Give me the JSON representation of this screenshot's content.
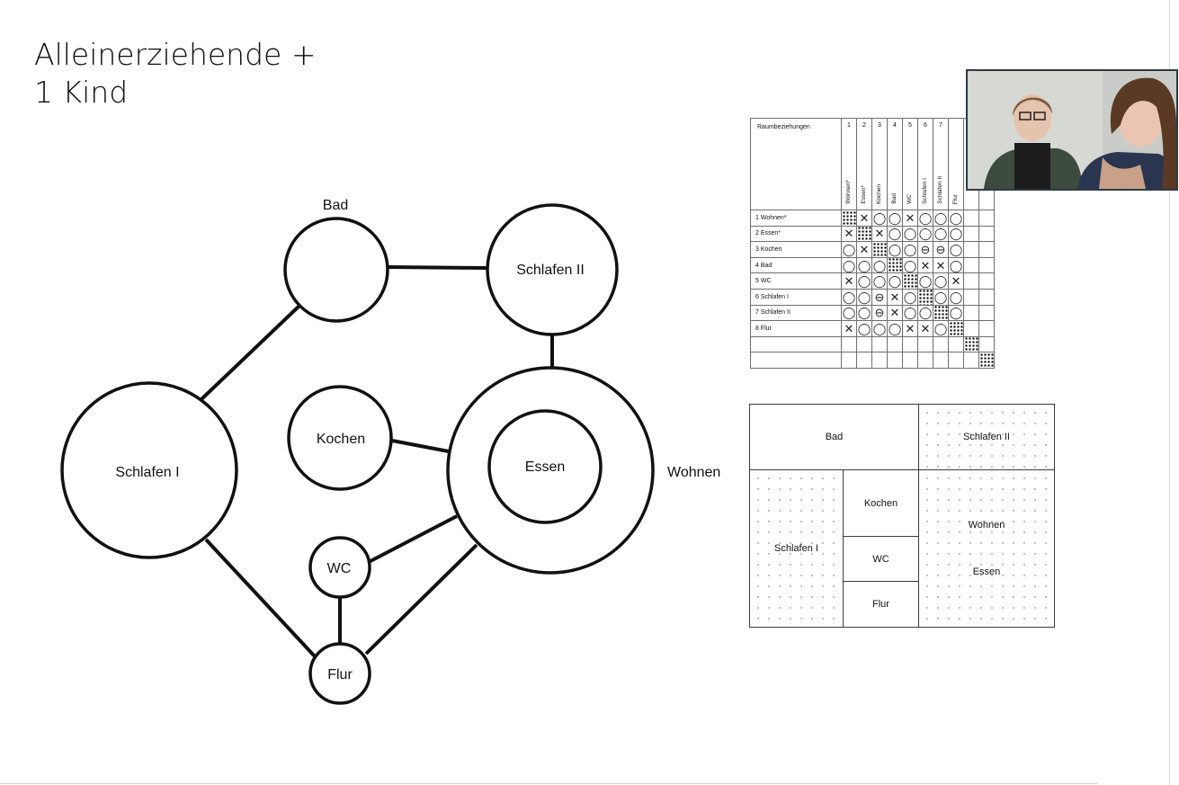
{
  "slide": {
    "title_line1": "Alleinerziehende +",
    "title_line2": "1 Kind"
  },
  "bubble_diagram": {
    "nodes": {
      "bad": "Bad",
      "schlafen_ii": "Schlafen II",
      "schlafen_i": "Schlafen I",
      "kochen": "Kochen",
      "essen": "Essen",
      "wohnen": "Wohnen",
      "wc": "WC",
      "flur": "Flur"
    }
  },
  "matrix": {
    "title": "Raumbeziehungen",
    "columns": [
      {
        "num": "1",
        "name": "Wohnen*"
      },
      {
        "num": "2",
        "name": "Essen*"
      },
      {
        "num": "3",
        "name": "Kochen"
      },
      {
        "num": "4",
        "name": "Bad"
      },
      {
        "num": "5",
        "name": "WC"
      },
      {
        "num": "6",
        "name": "Schlafen I"
      },
      {
        "num": "7",
        "name": "Schlafen II"
      },
      {
        "num": "",
        "name": "Flur"
      },
      {
        "num": "",
        "name": ""
      },
      {
        "num": "",
        "name": ""
      }
    ],
    "rows": [
      {
        "label": "1 Wohnen*",
        "cells": [
          "D",
          "X",
          "O",
          "O",
          "X",
          "O",
          "O",
          "O",
          "",
          ""
        ]
      },
      {
        "label": "2 Essen*",
        "cells": [
          "X",
          "D",
          "X",
          "O",
          "O",
          "O",
          "O",
          "O",
          "",
          ""
        ]
      },
      {
        "label": "3 Kochen",
        "cells": [
          "O",
          "X",
          "D",
          "O",
          "O",
          "M",
          "M",
          "O",
          "",
          ""
        ]
      },
      {
        "label": "4 Bad",
        "cells": [
          "O",
          "O",
          "O",
          "D",
          "O",
          "X",
          "X",
          "O",
          "",
          ""
        ]
      },
      {
        "label": "5 WC",
        "cells": [
          "X",
          "O",
          "O",
          "O",
          "D",
          "O",
          "O",
          "X",
          "",
          ""
        ]
      },
      {
        "label": "6 Schlafen I",
        "cells": [
          "O",
          "O",
          "M",
          "X",
          "O",
          "D",
          "O",
          "O",
          "",
          ""
        ]
      },
      {
        "label": "7 Schlafen II",
        "cells": [
          "O",
          "O",
          "M",
          "X",
          "O",
          "O",
          "D",
          "O",
          "",
          ""
        ]
      },
      {
        "label": "8 Flur",
        "cells": [
          "X",
          "O",
          "O",
          "O",
          "X",
          "X",
          "O",
          "D",
          "",
          ""
        ]
      },
      {
        "label": "",
        "cells": [
          "",
          "",
          "",
          "",
          "",
          "",
          "",
          "",
          "D",
          ""
        ]
      },
      {
        "label": "",
        "cells": [
          "",
          "",
          "",
          "",
          "",
          "",
          "",
          "",
          "",
          "D"
        ]
      }
    ],
    "symbols": {
      "X": "✕",
      "O": "◯",
      "M": "⊖"
    }
  },
  "floorplan": {
    "bad": "Bad",
    "schlafen_ii": "Schlafen II",
    "schlafen_i": "Schlafen I",
    "kochen": "Kochen",
    "wc": "WC",
    "flur": "Flur",
    "wohnen": "Wohnen",
    "essen": "Essen"
  },
  "colors": {
    "line": "#111111",
    "grid": "#6e6e6e",
    "webcam_border": "#2f3a44"
  }
}
